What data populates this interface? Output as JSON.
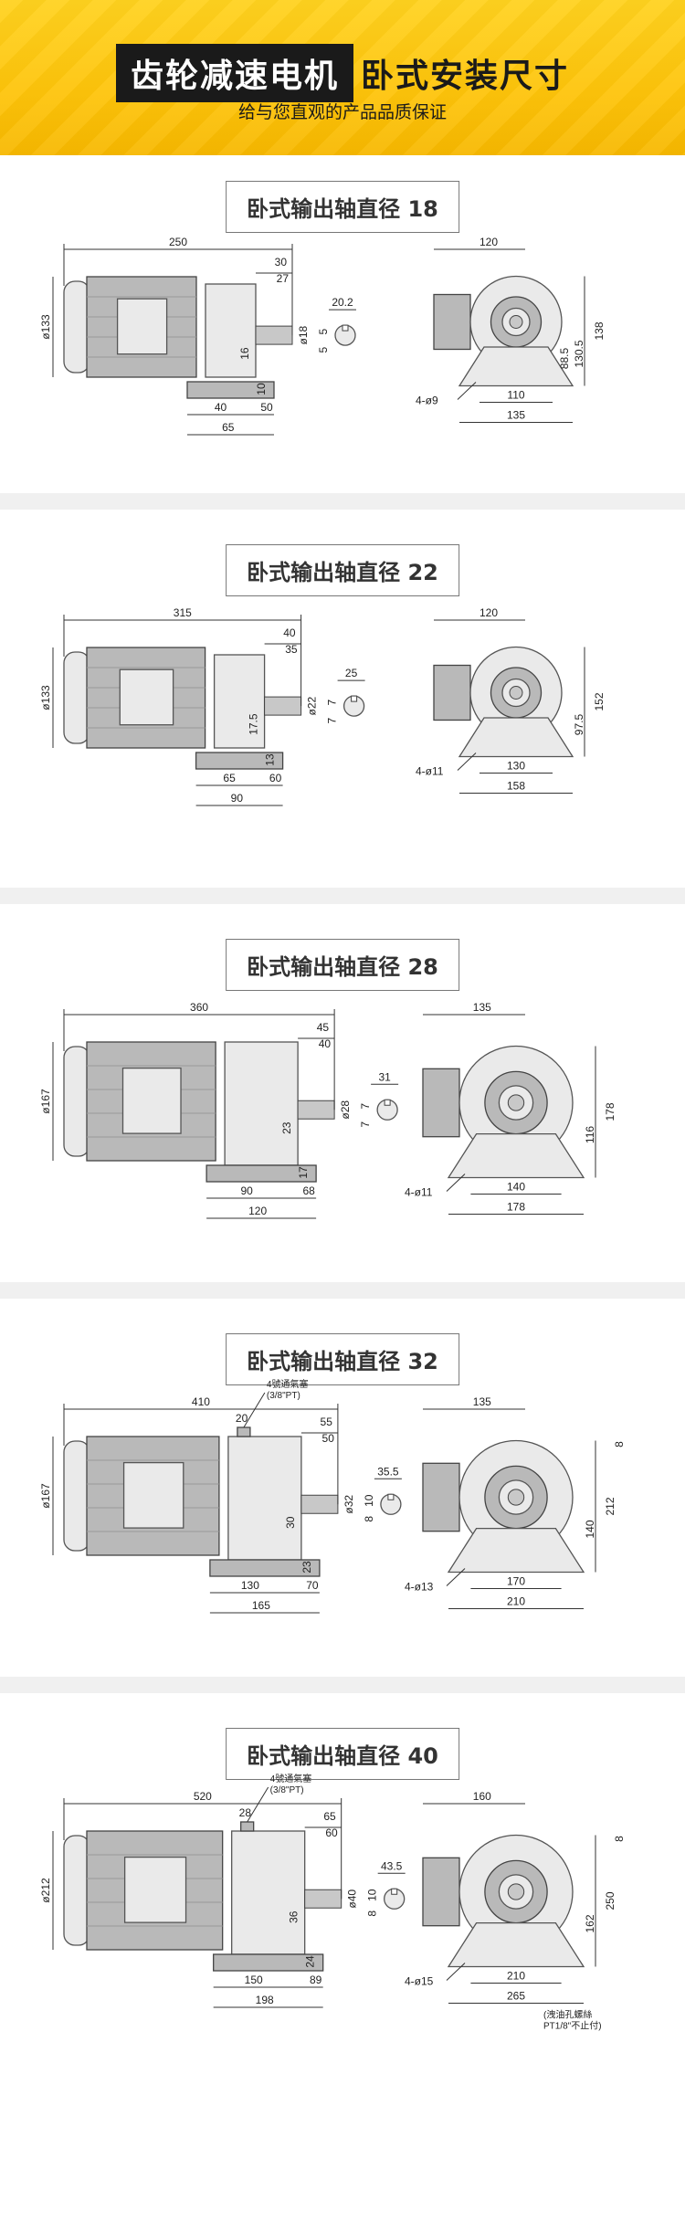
{
  "header": {
    "title_highlight": "齿轮减速电机",
    "title_rest": "卧式安装尺寸",
    "subtitle": "给与您直观的产品品质保证"
  },
  "sections": [
    {
      "label": "卧式输出轴直径 18",
      "dims": {
        "total_length": "250",
        "shaft_len": "30",
        "key_len": "27",
        "shaft_dia": "ø18",
        "motor_dia": "ø133",
        "center_h_a": "16",
        "foot_h": "10",
        "foot_a": "40",
        "foot_b": "50",
        "foot_c": "65",
        "key_w": "20.2",
        "key_a": "5",
        "key_b": "5",
        "side_w": "120",
        "side_h_total": "138",
        "side_h_a": "130.5",
        "side_h_b": "88.5",
        "hole": "4-ø9",
        "side_base_a": "110",
        "side_base_b": "135"
      }
    },
    {
      "label": "卧式输出轴直径 22",
      "dims": {
        "total_length": "315",
        "shaft_len": "40",
        "key_len": "35",
        "shaft_dia": "ø22",
        "motor_dia": "ø133",
        "center_h_a": "17.5",
        "foot_h": "13",
        "foot_a": "65",
        "foot_b": "60",
        "foot_c": "90",
        "key_w": "25",
        "key_a": "7",
        "key_b": "7",
        "side_w": "120",
        "side_h_total": "152",
        "side_h_a": "97.5",
        "hole": "4-ø11",
        "side_base_a": "130",
        "side_base_b": "158"
      }
    },
    {
      "label": "卧式输出轴直径 28",
      "dims": {
        "total_length": "360",
        "shaft_len": "45",
        "key_len": "40",
        "shaft_dia": "ø28",
        "motor_dia": "ø167",
        "center_h_a": "23",
        "foot_h": "17",
        "foot_a": "90",
        "foot_b": "68",
        "foot_c": "120",
        "key_w": "31",
        "key_a": "7",
        "key_b": "7",
        "side_w": "135",
        "side_h_total": "178",
        "side_h_a": "116",
        "hole": "4-ø11",
        "side_base_a": "140",
        "side_base_b": "178"
      }
    },
    {
      "label": "卧式输出轴直径 32",
      "dims": {
        "total_length": "410",
        "vent_label": "4號通氣塞",
        "vent_note": "(3/8\"PT)",
        "vent_offset": "20",
        "shaft_len": "55",
        "key_len": "50",
        "shaft_dia": "ø32",
        "motor_dia": "ø167",
        "center_h_a": "30",
        "foot_h": "23",
        "foot_a": "130",
        "foot_b": "70",
        "foot_c": "165",
        "key_w": "35.5",
        "key_a": "10",
        "key_b": "8",
        "side_w": "135",
        "side_top": "8",
        "side_h_total": "212",
        "side_h_a": "140",
        "hole": "4-ø13",
        "side_base_a": "170",
        "side_base_b": "210"
      }
    },
    {
      "label": "卧式输出轴直径 40",
      "dims": {
        "total_length": "520",
        "vent_label": "4號通氣塞",
        "vent_note": "(3/8\"PT)",
        "vent_offset": "28",
        "shaft_len": "65",
        "key_len": "60",
        "shaft_dia": "ø40",
        "motor_dia": "ø212",
        "center_h_a": "36",
        "foot_h": "24",
        "foot_a": "150",
        "foot_b": "89",
        "foot_c": "198",
        "key_w": "43.5",
        "key_a": "10",
        "key_b": "8",
        "side_w": "160",
        "side_top": "8",
        "side_h_total": "250",
        "side_h_a": "162",
        "hole": "4-ø15",
        "side_base_a": "210",
        "side_base_b": "265",
        "drain_label": "(洩油孔螺絲",
        "drain_note": "PT1/8\"不止付)"
      }
    }
  ]
}
